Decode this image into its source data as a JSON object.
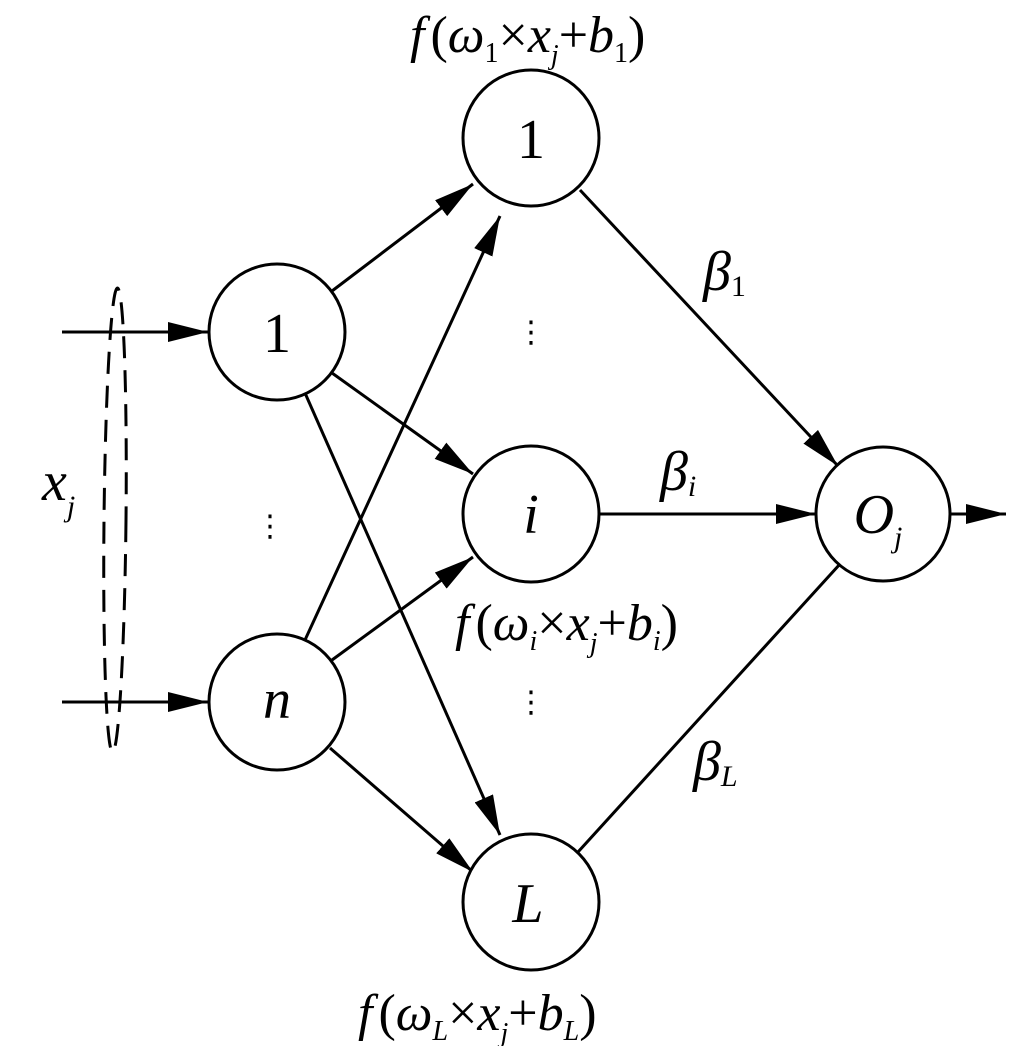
{
  "input": {
    "var": "x",
    "var_sub": "j"
  },
  "input_layer": {
    "nodes": [
      {
        "label": "1"
      },
      {
        "label": "n"
      }
    ],
    "ellipsis": "⋮"
  },
  "hidden_layer": {
    "nodes": [
      {
        "label": "1",
        "formula": {
          "f": "f",
          "open": "(",
          "w": "ω",
          "w_sub": "1",
          "times": "×",
          "x": "x",
          "x_sub": "j",
          "plus": "+",
          "b": "b",
          "b_sub": "1",
          "close": ")"
        }
      },
      {
        "label": "i",
        "formula": {
          "f": "f",
          "open": "(",
          "w": "ω",
          "w_sub": "i",
          "times": "×",
          "x": "x",
          "x_sub": "j",
          "plus": "+",
          "b": "b",
          "b_sub": "i",
          "close": ")"
        }
      },
      {
        "label": "L",
        "formula": {
          "f": "f",
          "open": "(",
          "w": "ω",
          "w_sub": "L",
          "times": "×",
          "x": "x",
          "x_sub": "j",
          "plus": "+",
          "b": "b",
          "b_sub": "L",
          "close": ")"
        }
      }
    ],
    "ellipsis": "⋮"
  },
  "output": {
    "label": "O",
    "label_sub": "j"
  },
  "weights": [
    {
      "symbol": "β",
      "sub": "1"
    },
    {
      "symbol": "β",
      "sub": "i"
    },
    {
      "symbol": "β",
      "sub": "L"
    }
  ]
}
